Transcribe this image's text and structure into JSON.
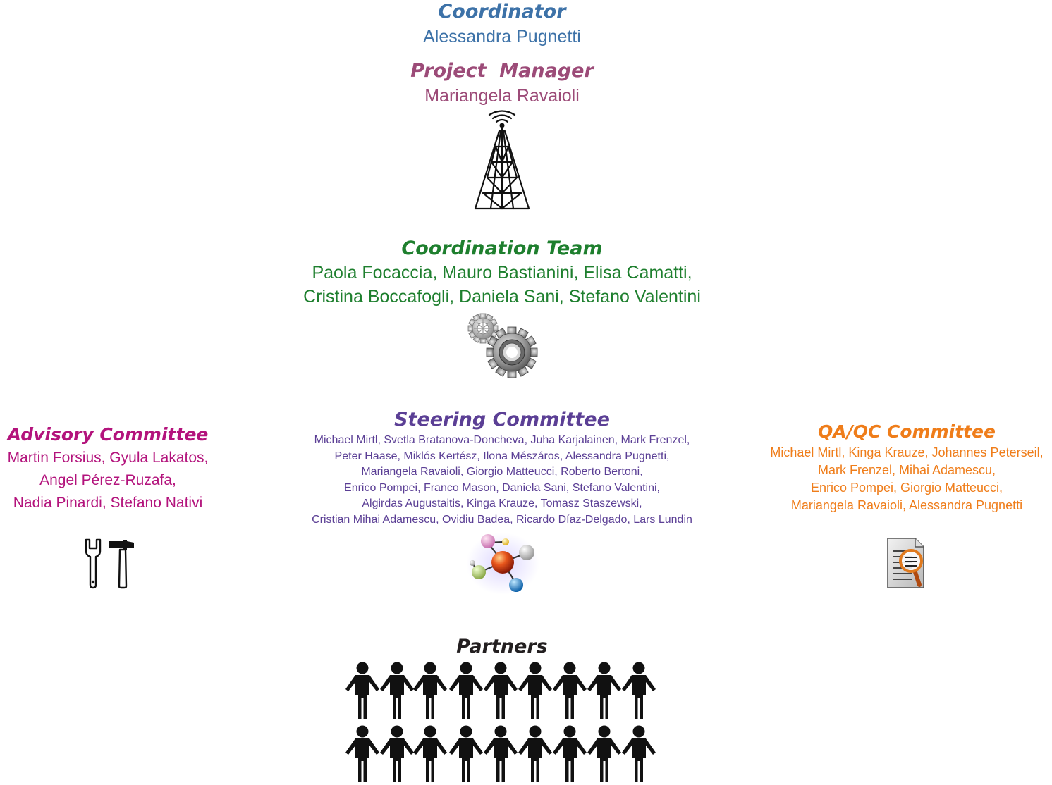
{
  "coordinator": {
    "title": "Coordinator",
    "name": "Alessandra Pugnetti"
  },
  "project_manager": {
    "title": "Project  Manager",
    "name": "Mariangela Ravaioli"
  },
  "coordination_team": {
    "title": "Coordination Team",
    "lines": [
      "Paola Focaccia, Mauro Bastianini, Elisa Camatti,",
      "Cristina Boccafogli, Daniela Sani, Stefano Valentini"
    ]
  },
  "steering_committee": {
    "title": "Steering Committee",
    "lines": [
      "Michael Mirtl, Svetla Bratanova-Doncheva, Juha Karjalainen,  Mark Frenzel,",
      "Peter Haase, Miklós Kertész, Ilona Mészáros, Alessandra Pugnetti,",
      "Mariangela Ravaioli, Giorgio Matteucci, Roberto Bertoni,",
      "Enrico Pompei, Franco Mason, Daniela Sani, Stefano Valentini,",
      "Algirdas Augustaitis, Kinga Krauze, Tomasz Staszewski,",
      "Cristian Mihai Adamescu, Ovidiu Badea, Ricardo Díaz-Delgado, Lars Lundin"
    ]
  },
  "advisory_committee": {
    "title": "Advisory Committee",
    "lines": [
      "Martin Forsius, Gyula Lakatos,",
      "Angel Pérez-Ruzafa,",
      "Nadia Pinardi, Stefano Nativi"
    ]
  },
  "qa_qc_committee": {
    "title": "QA/QC Committee",
    "lines": [
      "Michael Mirtl, Kinga Krauze, Johannes Peterseil,",
      "Mark Frenzel, Mihai Adamescu,",
      "Enrico Pompei, Giorgio Matteucci,",
      "Mariangela Ravaioli, Alessandra Pugnetti"
    ]
  },
  "partners": {
    "title": "Partners"
  },
  "icons": {
    "coordination": "radio-tower-icon",
    "team": "gears-icon",
    "steering": "molecule-icon",
    "advisory": "tools-icon",
    "qa": "document-magnifier-icon",
    "partners": "people-chain-icon"
  },
  "colors": {
    "coordinator": "#3d72a8",
    "project_manager": "#9c4b78",
    "coordination_team": "#1e7f2e",
    "steering_committee": "#5b3f95",
    "advisory_committee": "#b3137c",
    "qa_qc_committee": "#ef7d1a",
    "partners": "#231f20"
  }
}
